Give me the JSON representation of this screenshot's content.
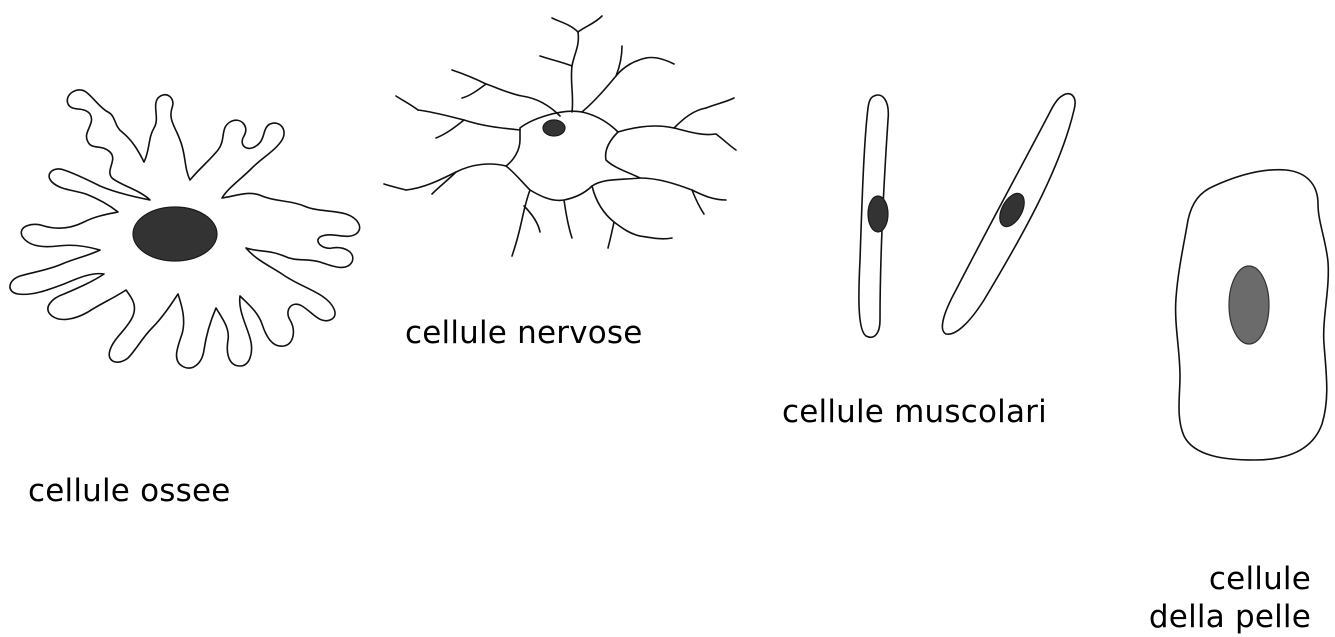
{
  "labels": {
    "bone": "cellule ossee",
    "nerve": "cellule nervose",
    "muscle": "cellule muscolari",
    "skin_line1": "cellule",
    "skin_line2": "della pelle"
  },
  "colors": {
    "outline": "#111111",
    "nucleus": "#4a4a4a",
    "background": "#ffffff"
  }
}
